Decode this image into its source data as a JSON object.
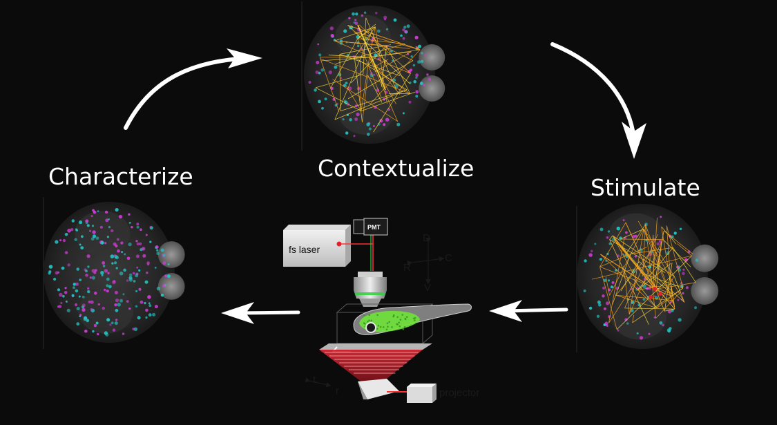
{
  "cycle": {
    "characterize_label": "Characterize",
    "contextualize_label": "Contextualize",
    "stimulate_label": "Stimulate"
  },
  "setup": {
    "laser_label": "fs laser",
    "detector_label": "PMT",
    "projector_label": "projector",
    "axis_dorsal": "D",
    "axis_ventral": "V",
    "axis_rostral": "R",
    "axis_caudal": "C",
    "axis_t": "t",
    "axis_r": "r"
  },
  "colors": {
    "background": "#0b0b0b",
    "arrow": "#ffffff",
    "cell_magenta": "#d23cd9",
    "cell_cyan": "#24c6c6",
    "network_orange": "#f0a020",
    "network_yellow": "#f3d23a",
    "stim_red": "#e0202a",
    "fish_green": "#6fe33a",
    "laser_beam": "#ff3030"
  }
}
